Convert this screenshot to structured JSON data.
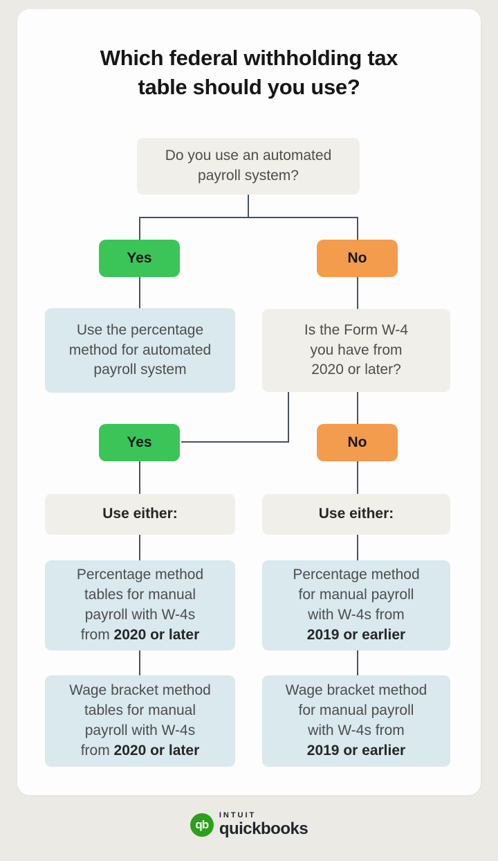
{
  "title": "Which federal withholding tax\ntable should you use?",
  "flow": {
    "question_automated": "Do you use an automated\npayroll system?",
    "level1": {
      "yes_label": "Yes",
      "no_label": "No"
    },
    "automated_result": "Use the percentage\nmethod for automated\npayroll system",
    "question_w4": "Is the Form W-4\nyou have from\n2020 or later?",
    "level2": {
      "yes_label": "Yes",
      "no_label": "No"
    },
    "left_column": {
      "use_either": "Use either:",
      "percentage": {
        "pre": "Percentage method\ntables for manual\npayroll with W-4s\nfrom ",
        "bold": "2020 or later"
      },
      "wage_bracket": {
        "pre": "Wage bracket method\ntables for manual\npayroll with W-4s\nfrom ",
        "bold": "2020 or later"
      }
    },
    "right_column": {
      "use_either": "Use either:",
      "percentage": {
        "pre": "Percentage method\nfor manual payroll\nwith W-4s from\n",
        "bold": "2019 or earlier"
      },
      "wage_bracket": {
        "pre": "Wage bracket method\nfor manual payroll\nwith W-4s from\n",
        "bold": "2019 or earlier"
      }
    }
  },
  "footer": {
    "logo_monogram": "qb",
    "brand_primary": "intuit",
    "brand_product": "quickbooks"
  },
  "colors": {
    "page_bg": "#ebeae5",
    "card_bg": "#fdfdfd",
    "question_box": "#f0efea",
    "result_box": "#d9e9ee",
    "yes_green": "#3bc558",
    "no_orange": "#f49c4d",
    "connector": "#46525f",
    "title_text": "#161616",
    "body_text": "#4d4d4d",
    "emphasis_text": "#262626",
    "brand_green": "#2ca01c",
    "brand_text": "#21262b"
  }
}
